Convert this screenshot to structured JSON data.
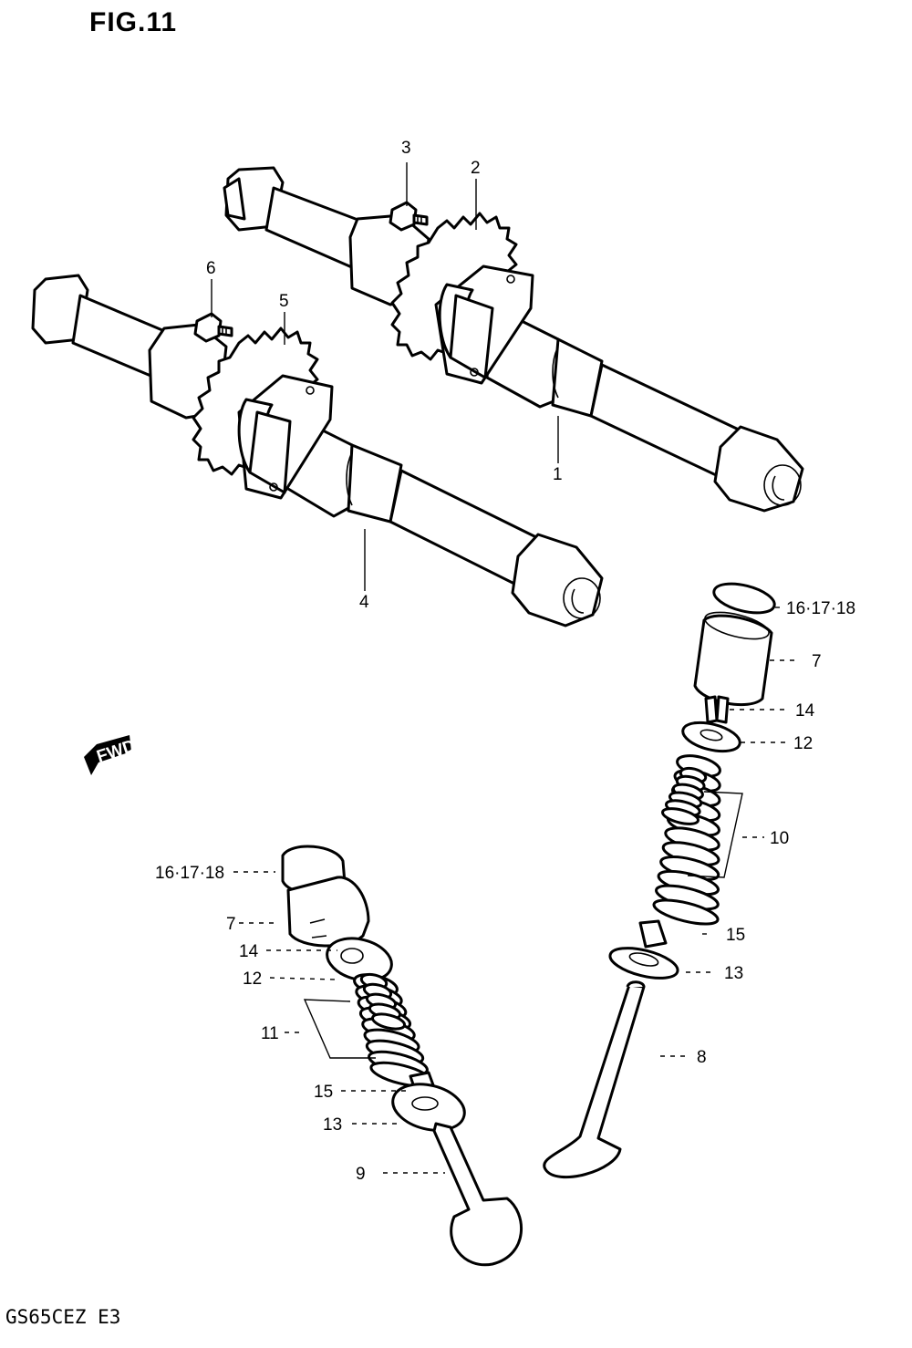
{
  "figure": {
    "title": "FIG.11",
    "model_code": "GS65CEZ  E3"
  },
  "fwd_arrow": {
    "label": "FWD"
  },
  "callouts": {
    "p1": "1",
    "p2": "2",
    "p3": "3",
    "p4": "4",
    "p5": "5",
    "p6": "6",
    "p16_right": "16·17·18",
    "p7_right": "7",
    "p14_right": "14",
    "p12_right": "12",
    "p10": "10",
    "p15_right": "15",
    "p13_right": "13",
    "p8": "8",
    "p16_left": "16·17·18",
    "p7_left": "7",
    "p14_left": "14",
    "p12_left": "12",
    "p11": "11",
    "p15_left": "15",
    "p13_left": "13",
    "p9": "9"
  }
}
